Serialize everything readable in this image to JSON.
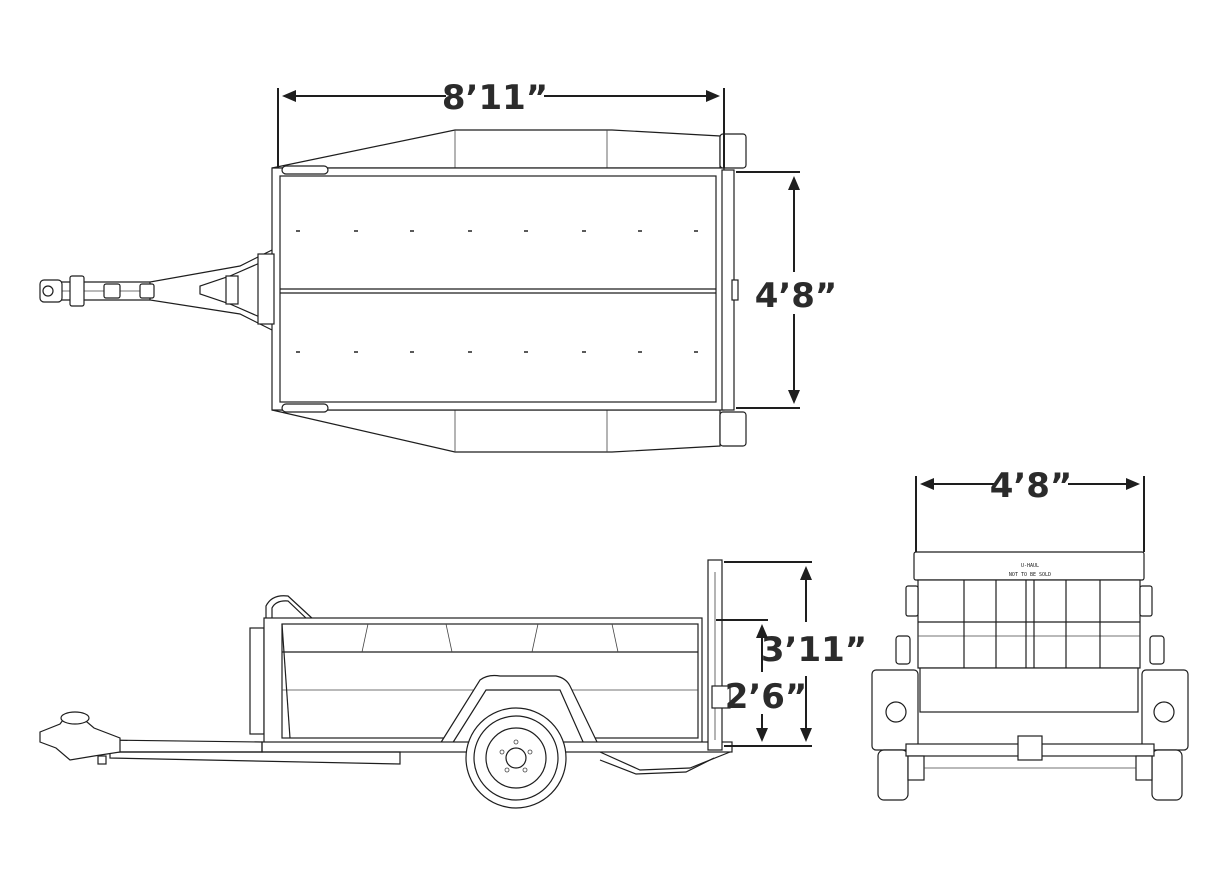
{
  "dimensions": {
    "top_length": "8’11”",
    "top_width": "4’8”",
    "side_overall_height": "3’11”",
    "side_deck_height": "2’6”",
    "rear_width": "4’8”"
  },
  "rear_plate": {
    "line1": "U-HAUL",
    "line2": "NOT TO BE SOLD"
  },
  "colors": {
    "line": "#1e1e1e",
    "label": "#2b2b2b",
    "background": "#ffffff"
  }
}
